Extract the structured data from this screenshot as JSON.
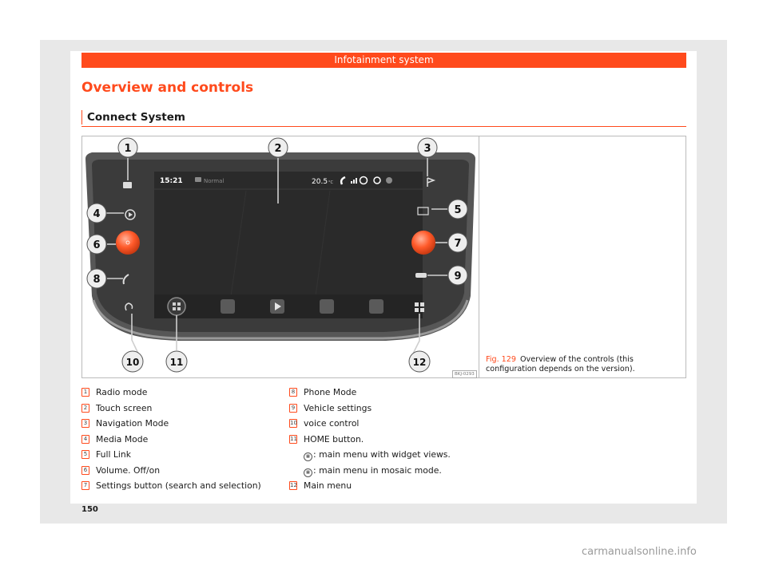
{
  "header": {
    "chapter": "Infotainment system"
  },
  "section": {
    "title": "Overview and controls",
    "subtitle": "Connect System"
  },
  "screen": {
    "time": "15:21",
    "mode": "Normal",
    "temperature": "20.5",
    "temp_unit": "°C"
  },
  "figure": {
    "code": "BKJ-0293",
    "label": "Fig. 129",
    "caption": "Overview of the controls (this configuration depends on the version).",
    "callouts": [
      "1",
      "2",
      "3",
      "4",
      "5",
      "6",
      "7",
      "8",
      "9",
      "10",
      "11",
      "12"
    ]
  },
  "legend": {
    "items": [
      {
        "num": "1",
        "text": "Radio mode"
      },
      {
        "num": "2",
        "text": "Touch screen"
      },
      {
        "num": "3",
        "text": "Navigation Mode"
      },
      {
        "num": "4",
        "text": "Media Mode"
      },
      {
        "num": "5",
        "text": "Full Link"
      },
      {
        "num": "6",
        "text": "Volume. Off/on"
      },
      {
        "num": "7",
        "text": "Settings button (search and selection)"
      },
      {
        "num": "8",
        "text": "Phone Mode"
      },
      {
        "num": "9",
        "text": "Vehicle settings"
      },
      {
        "num": "10",
        "text": "voice control"
      },
      {
        "num": "11",
        "text": "HOME button."
      },
      {
        "num": "12",
        "text": "Main menu"
      }
    ],
    "home_sub": [
      ": main menu with widget views.",
      ": main menu in mosaic mode."
    ]
  },
  "page": {
    "number": "150"
  },
  "watermark": {
    "text": "carmanualsonline.info"
  },
  "colors": {
    "accent": "#ff4a1c",
    "bezel": "#4a4a4a",
    "screen": "#2a2a2a"
  },
  "icons": {
    "callout_1": "radio-icon",
    "callout_3": "navigation-flag-icon",
    "callout_4": "media-play-icon",
    "callout_5": "full-link-icon",
    "callout_6": "volume-knob-icon",
    "callout_7": "settings-knob-icon",
    "callout_8": "phone-icon",
    "callout_9": "car-icon",
    "callout_10": "voice-icon",
    "callout_11": "home-icon",
    "callout_12": "menu-grid-icon"
  }
}
